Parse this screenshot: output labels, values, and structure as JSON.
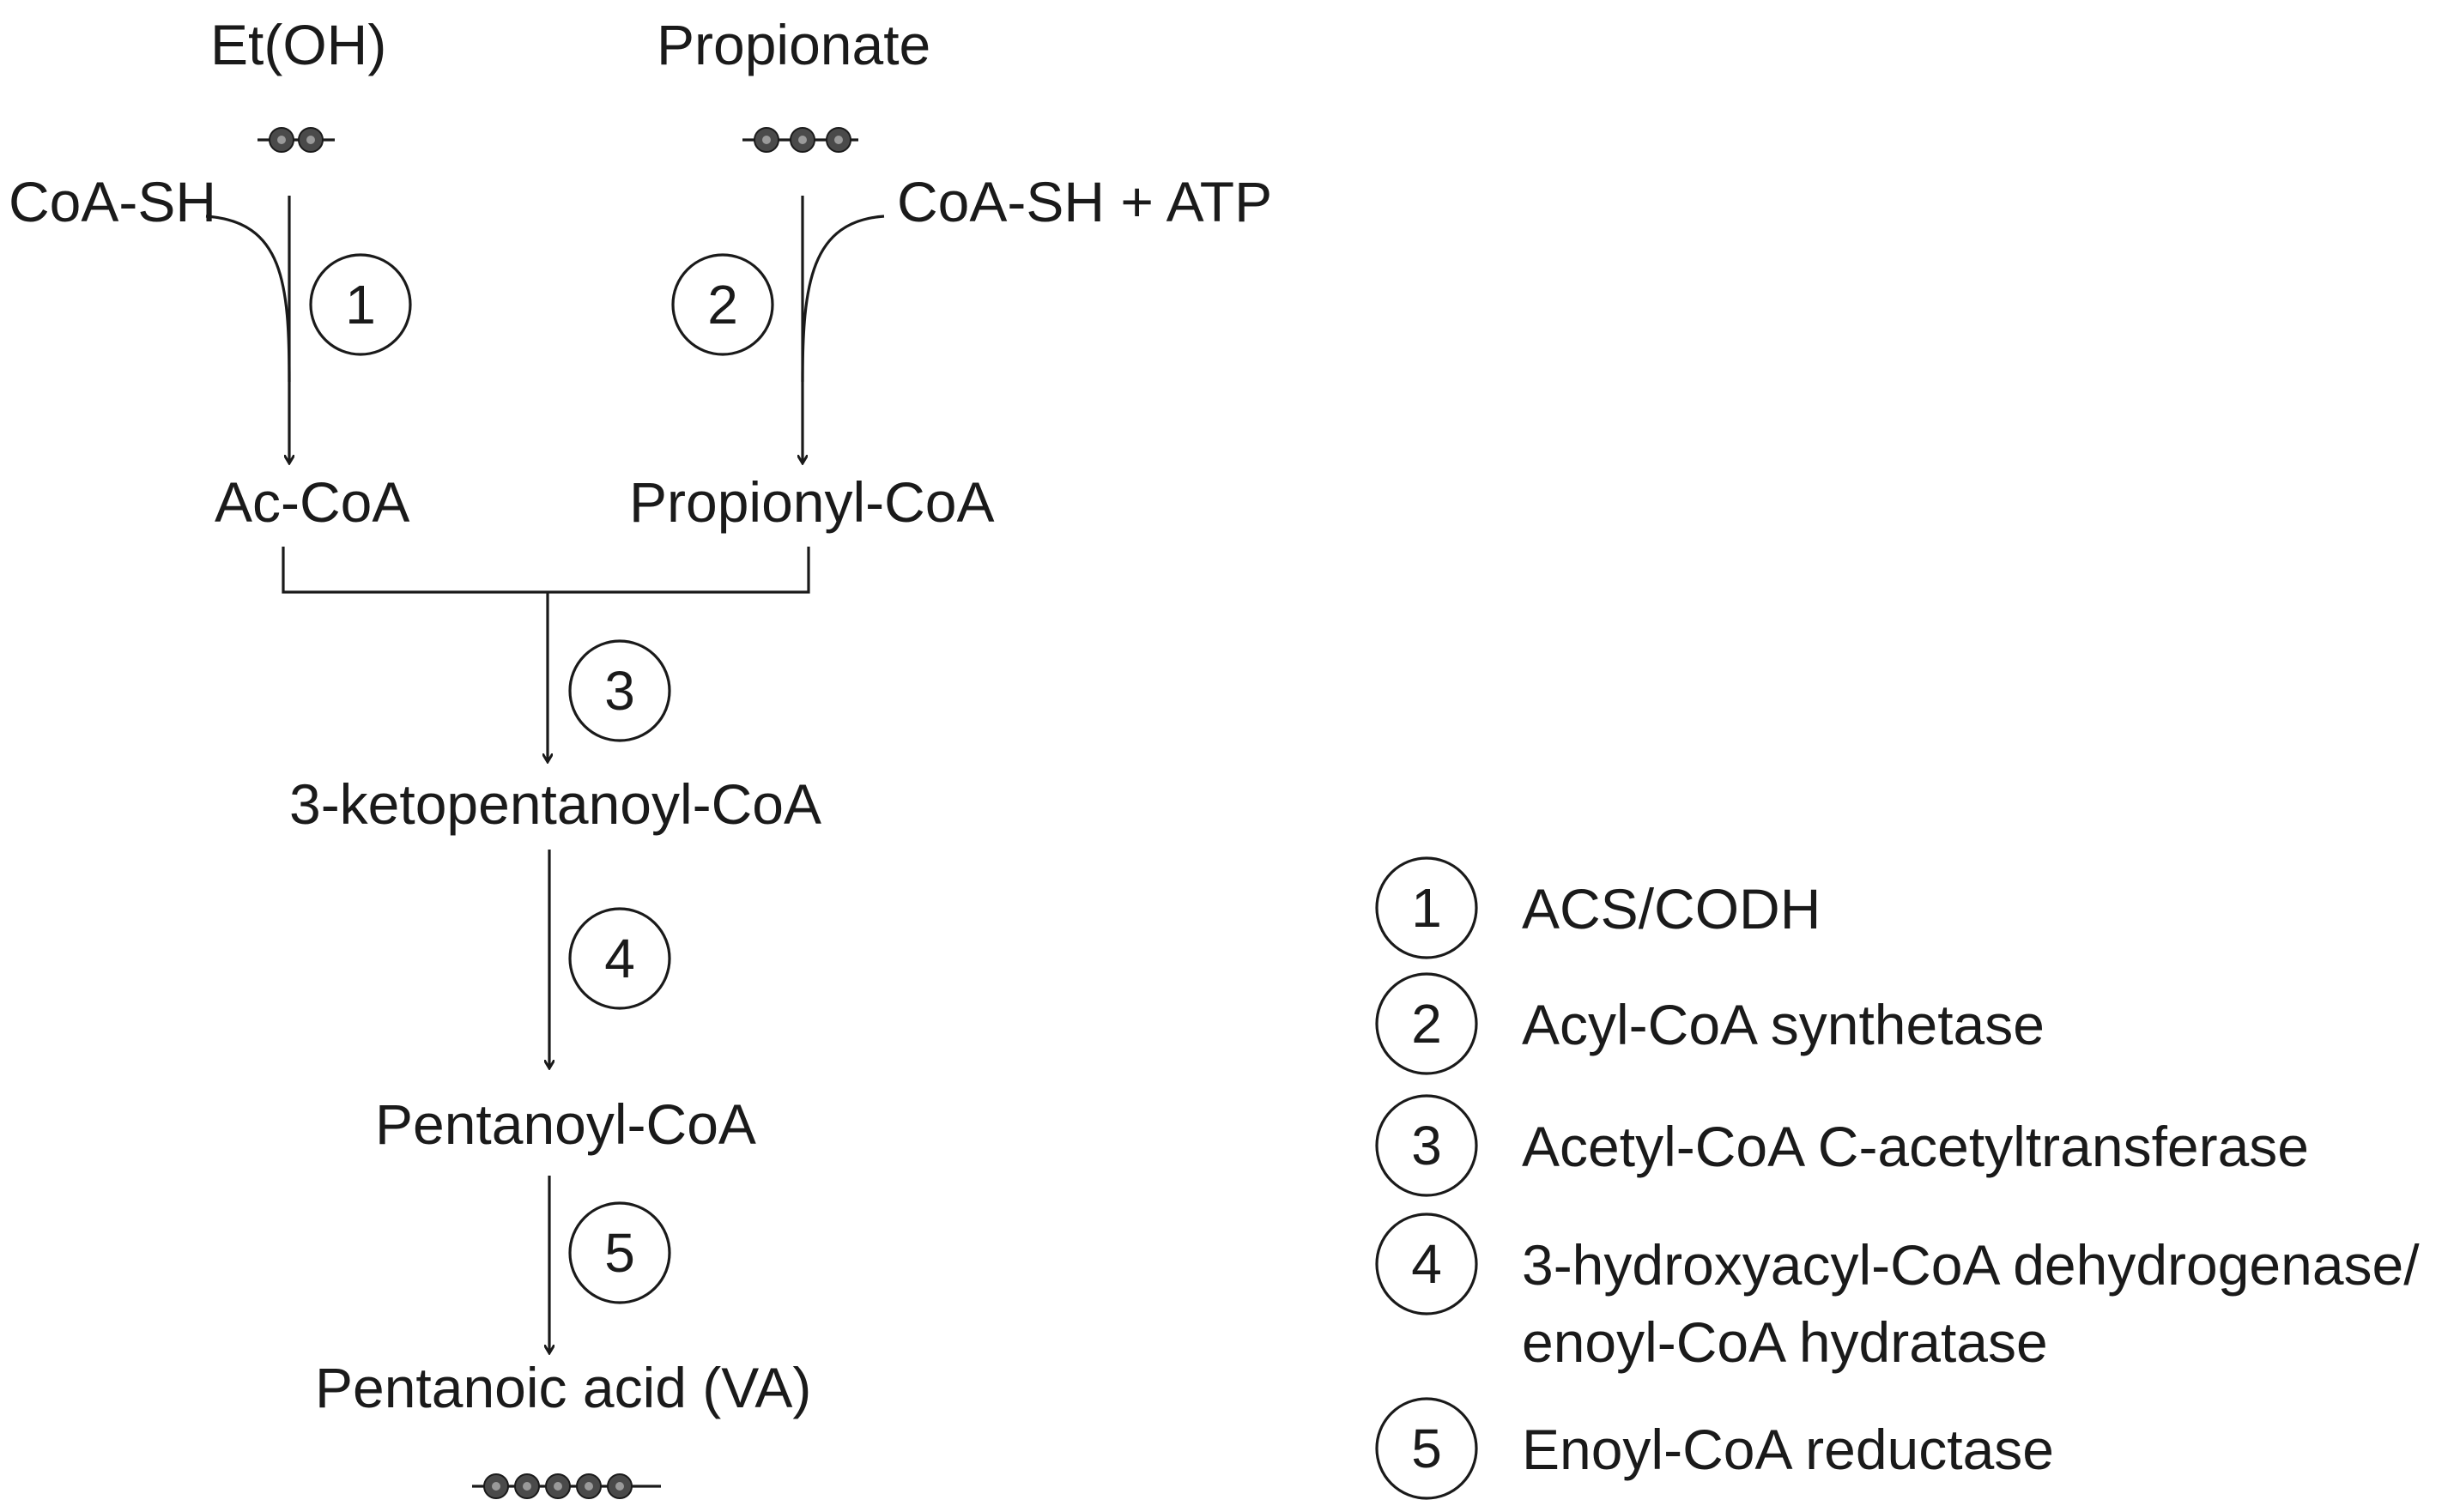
{
  "metabolites": {
    "ethanol": "Et(OH)",
    "propionate": "Propionate",
    "coa_sh_left": "CoA-SH",
    "coa_sh_atp": "CoA-SH + ATP",
    "acetyl_coa": "Ac-CoA",
    "propionyl_coa": "Propionyl-CoA",
    "ketopentanoyl_coa": "3-ketopentanoyl-CoA",
    "pentanoyl_coa": "Pentanoyl-CoA",
    "pentanoic_acid": "Pentanoic acid (VA)"
  },
  "carbon_counts": {
    "ethanol": 2,
    "propionate": 3,
    "pentanoic_acid": 5
  },
  "steps": [
    "1",
    "2",
    "3",
    "4",
    "5"
  ],
  "legend": [
    {
      "number": "1",
      "lines": [
        "ACS/CODH"
      ]
    },
    {
      "number": "2",
      "lines": [
        "Acyl-CoA synthetase"
      ]
    },
    {
      "number": "3",
      "lines": [
        "Acetyl-CoA C-acetyltransferase"
      ]
    },
    {
      "number": "4",
      "lines": [
        "3-hydroxyacyl-CoA dehydrogenase/",
        "enoyl-CoA hydratase"
      ]
    },
    {
      "number": "5",
      "lines": [
        "Enoyl-CoA reductase"
      ]
    }
  ]
}
